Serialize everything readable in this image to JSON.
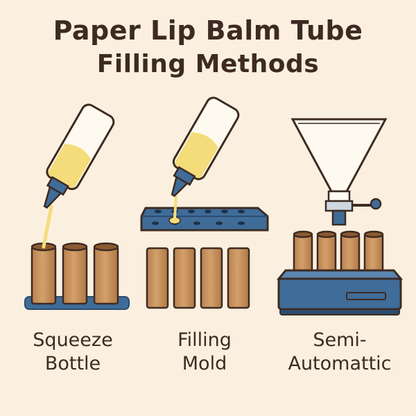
{
  "title": {
    "line1": "Paper Lip Balm Tube",
    "line2": "Filling Methods"
  },
  "methods": [
    {
      "line1": "Squeeze",
      "line2": "Bottle"
    },
    {
      "line1": "Filling",
      "line2": "Mold"
    },
    {
      "line1": "Semi-",
      "line2": "Automattic"
    }
  ],
  "colors": {
    "background": "#fbf0df",
    "outline": "#3d2a22",
    "tube": "#c9955f",
    "balm": "#f5dc7a",
    "blue": "#3f6c98",
    "nozzle": "#3f6c98"
  }
}
